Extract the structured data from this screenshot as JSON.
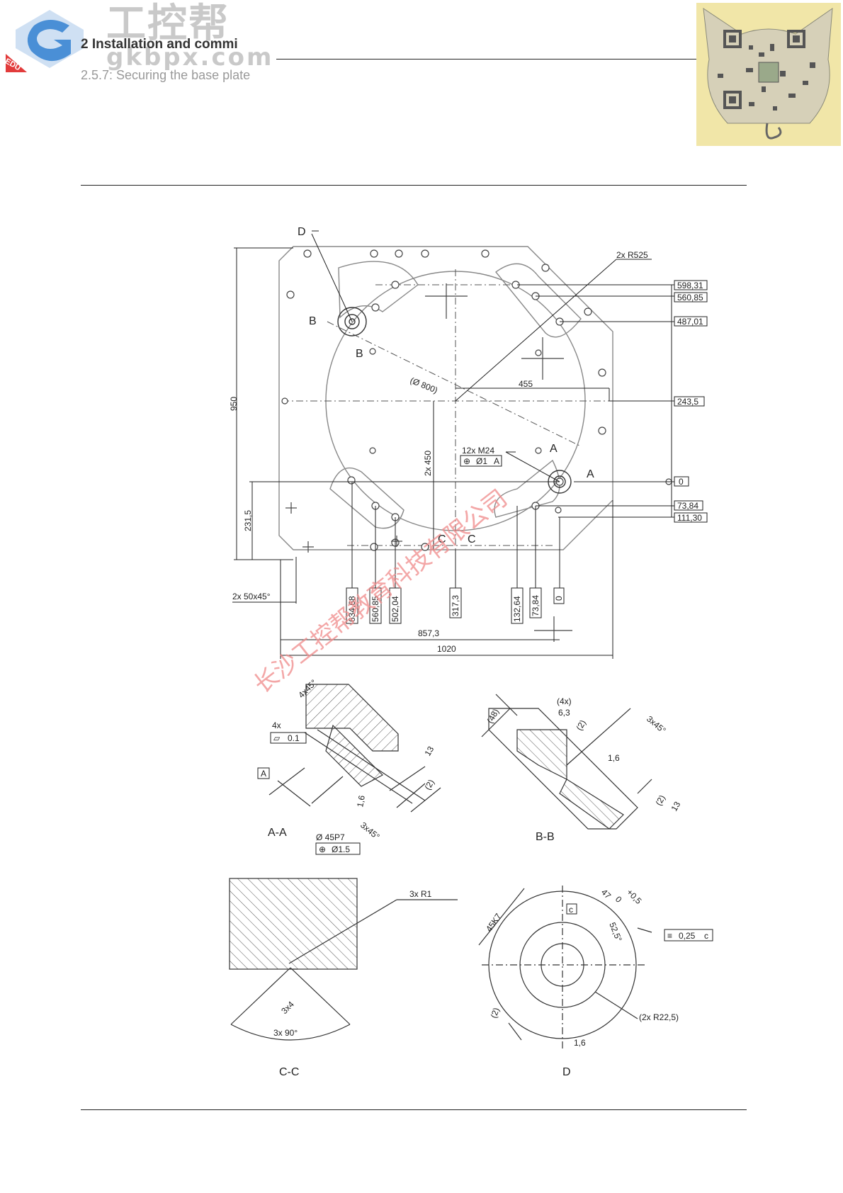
{
  "header": {
    "logo_text": "工控帮",
    "logo_url": "gkbpx.com",
    "logo_badge": "EDU",
    "chapter": "2 Installation and commi",
    "section": "2.5.7: Securing the base plate"
  },
  "watermark": {
    "text": "长沙工控帮教育科技有限公司"
  },
  "plan_view": {
    "callouts": [
      "D",
      "B",
      "B",
      "A",
      "A",
      "C",
      "C"
    ],
    "dimensions": {
      "height": "950",
      "radius": "2x R525",
      "circle": "(Ø 800)",
      "offset_455": "455",
      "holes_spacing": "2x 450",
      "left_231": "231,5",
      "chamfer": "2x 50x45°",
      "thread": "12x M24",
      "position_tol": "Ø1",
      "datum": "A",
      "width_857": "857,3",
      "width_1020": "1020"
    },
    "right_dims": [
      "598,31",
      "560,85",
      "487,01",
      "243,5",
      "0",
      "73,84",
      "111,30"
    ],
    "bottom_dims": [
      "634,68",
      "560,85",
      "502,04",
      "317,3",
      "132,64",
      "73,84",
      "0"
    ]
  },
  "section_aa": {
    "title": "A-A",
    "dims": [
      "4x45°",
      "4x",
      "0.1",
      "A",
      "1,6",
      "13",
      "(2)",
      "3x45°",
      "Ø 45P7",
      "Ø1.5"
    ]
  },
  "section_bb": {
    "title": "B-B",
    "dims": [
      "(48)",
      "(4x)",
      "6,3",
      "(2)",
      "3x45°",
      "1,6",
      "(2)",
      "13"
    ]
  },
  "section_cc": {
    "title": "C-C",
    "dims": [
      "3x R1",
      "3x4",
      "3x 90°"
    ]
  },
  "detail_d": {
    "title": "D",
    "dims": [
      "47",
      "+0,5",
      "0",
      "c",
      "0,25",
      "c",
      "45K7",
      "52,5°",
      "(2)",
      "(2x R22,5)",
      "1,6"
    ]
  },
  "colors": {
    "line": "#222222",
    "part": "#888888",
    "watermark": "#f08a8a",
    "qr_bg": "#f1e6a8"
  }
}
